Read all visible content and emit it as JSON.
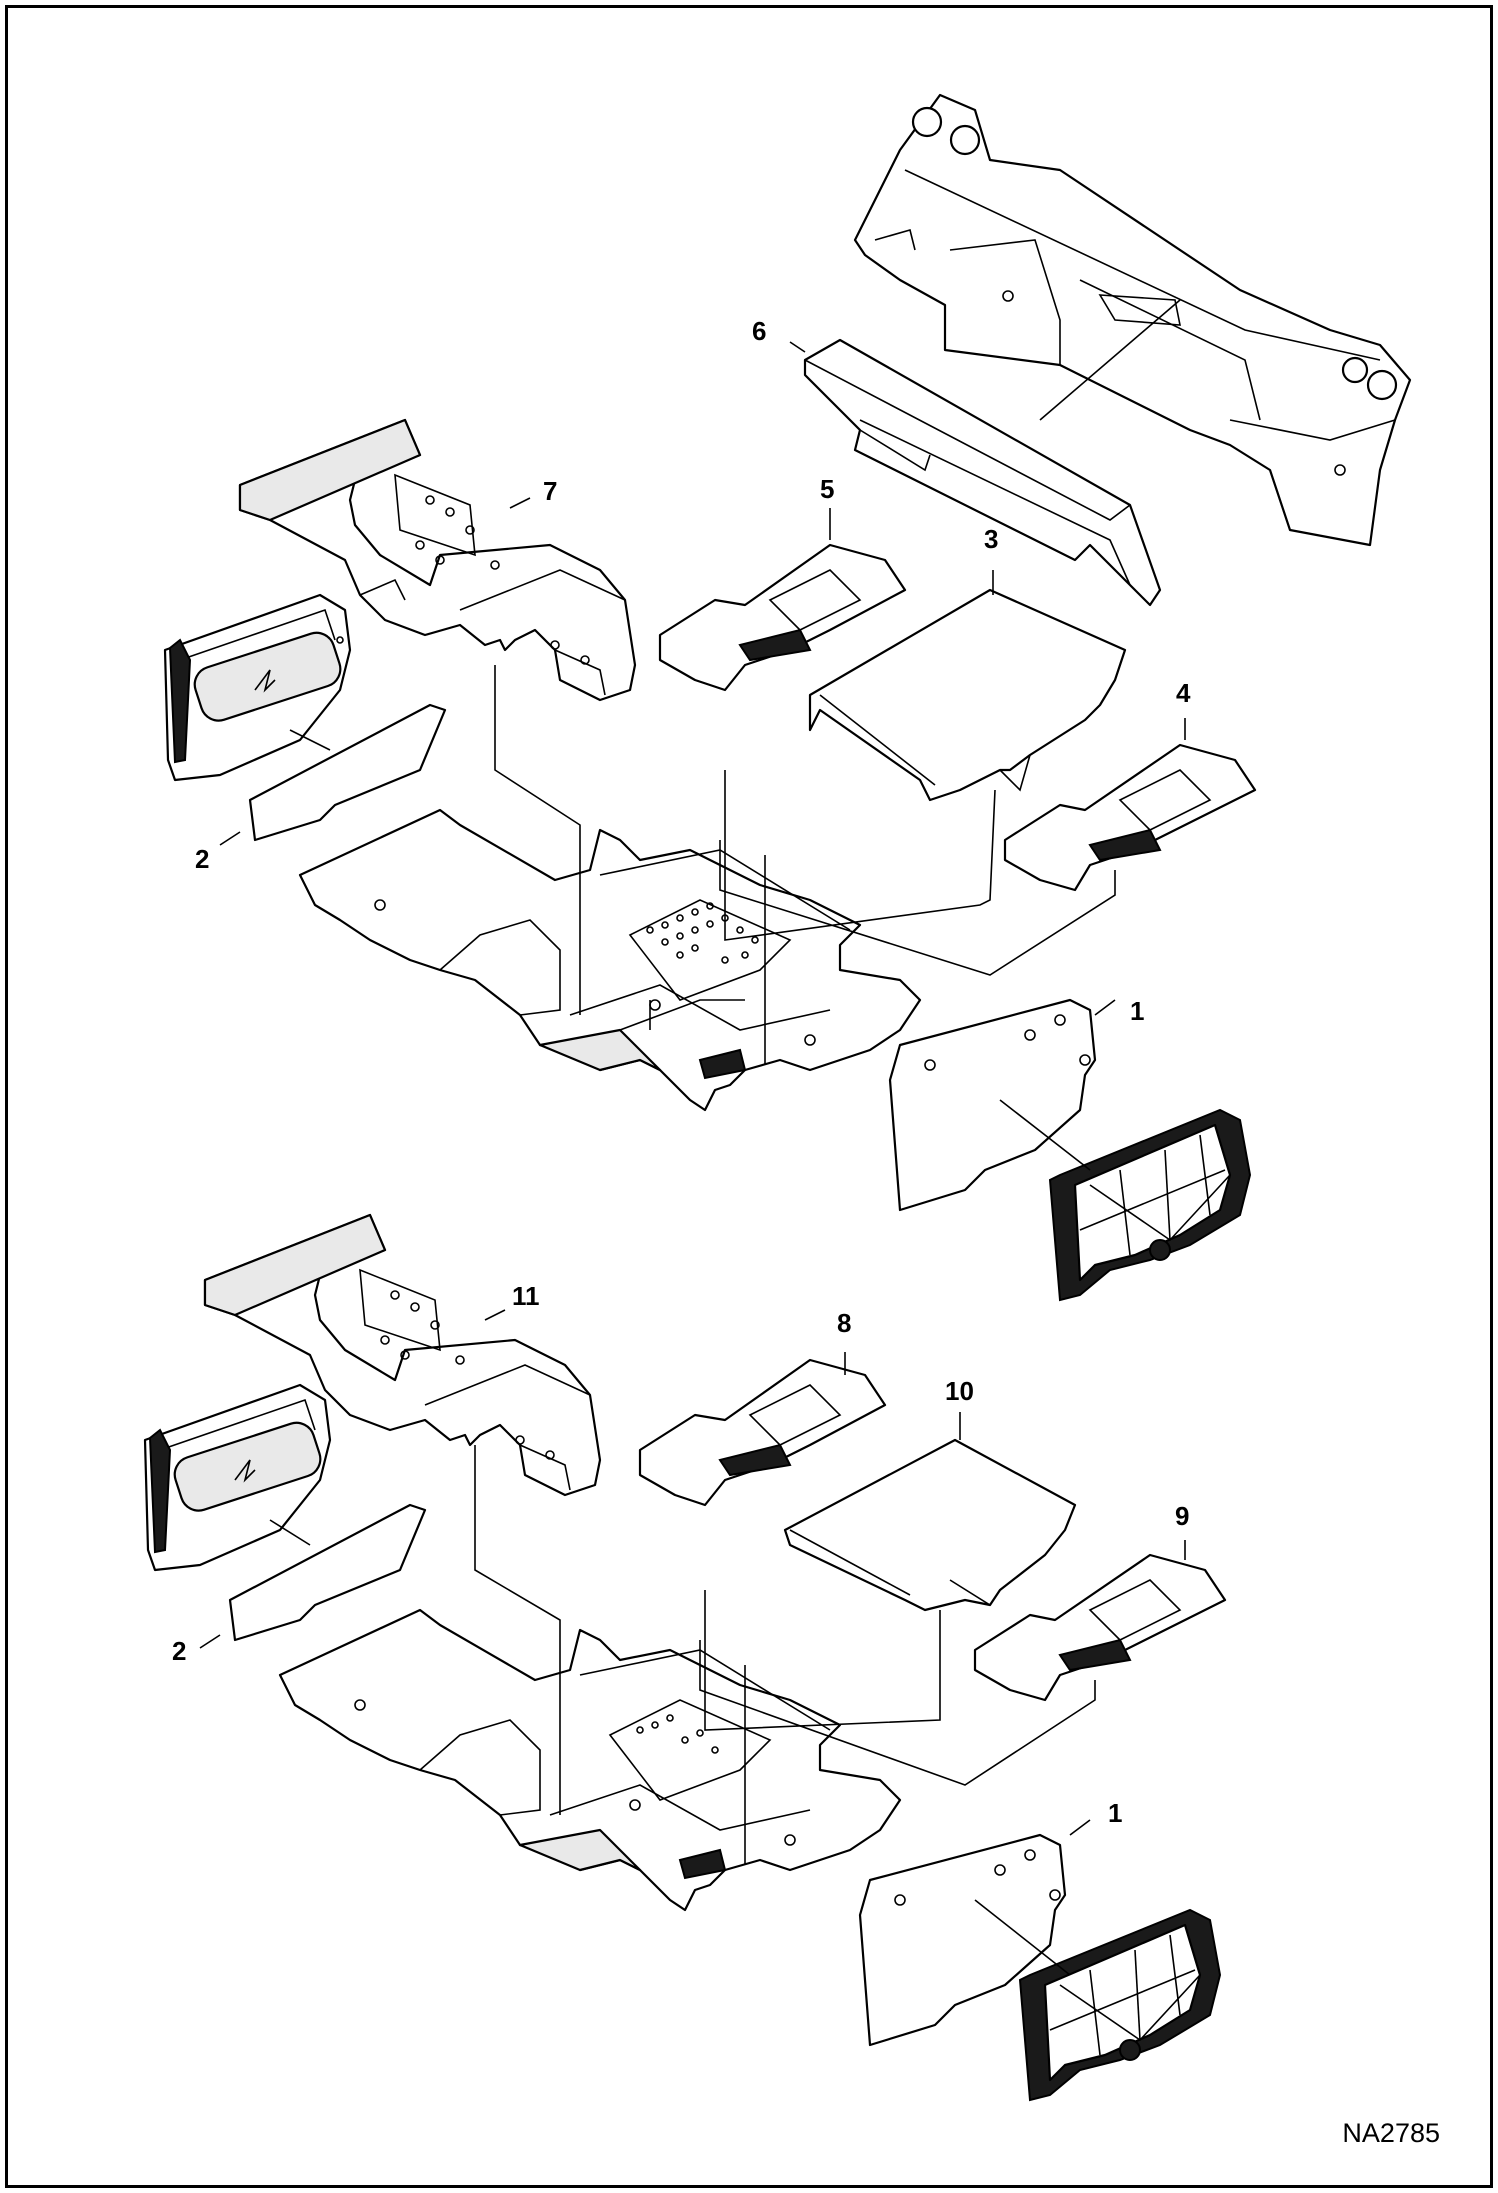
{
  "figure_id": "NA2785",
  "callouts": {
    "c1a": "1",
    "c1b": "1",
    "c2a": "2",
    "c2b": "2",
    "c3": "3",
    "c4": "4",
    "c5": "5",
    "c6": "6",
    "c7": "7",
    "c8": "8",
    "c9": "9",
    "c10": "10",
    "c11": "11"
  }
}
